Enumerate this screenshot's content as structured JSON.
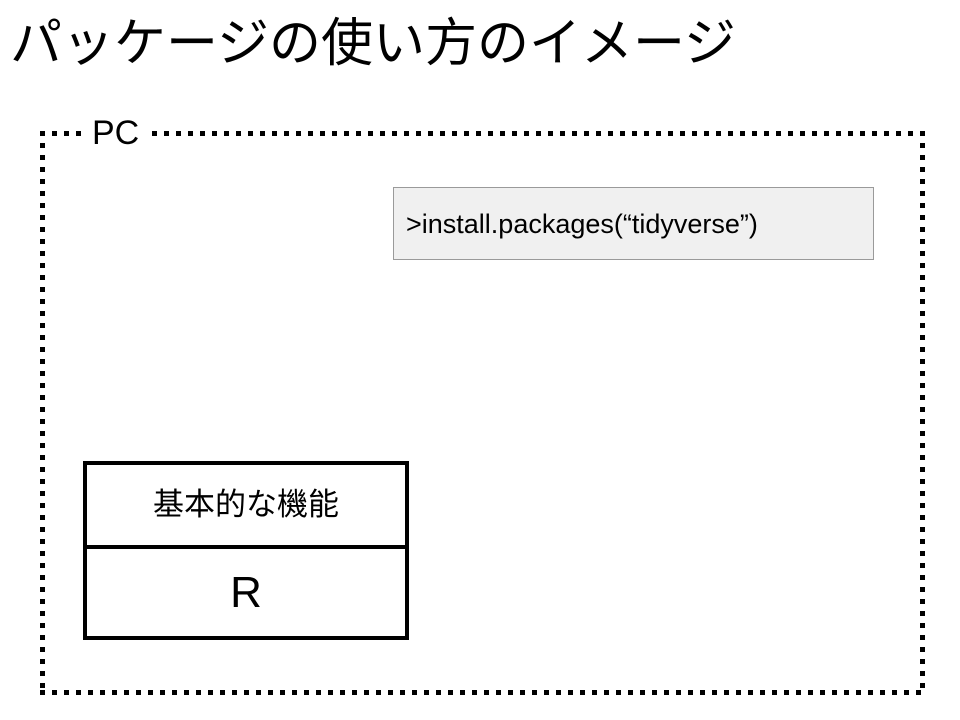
{
  "slide": {
    "title": "パッケージの使い方のイメージ",
    "background_color": "#ffffff",
    "text_color": "#000000"
  },
  "pc_container": {
    "label": "PC",
    "border_style": "dotted",
    "border_color": "#000000"
  },
  "command_box": {
    "text": ">install.packages(“tidyverse”)",
    "background_color": "#f0f0f0",
    "border_color": "#9a9a9a"
  },
  "r_box": {
    "features_label": "基本的な機能",
    "name_label": "R",
    "border_color": "#000000"
  }
}
